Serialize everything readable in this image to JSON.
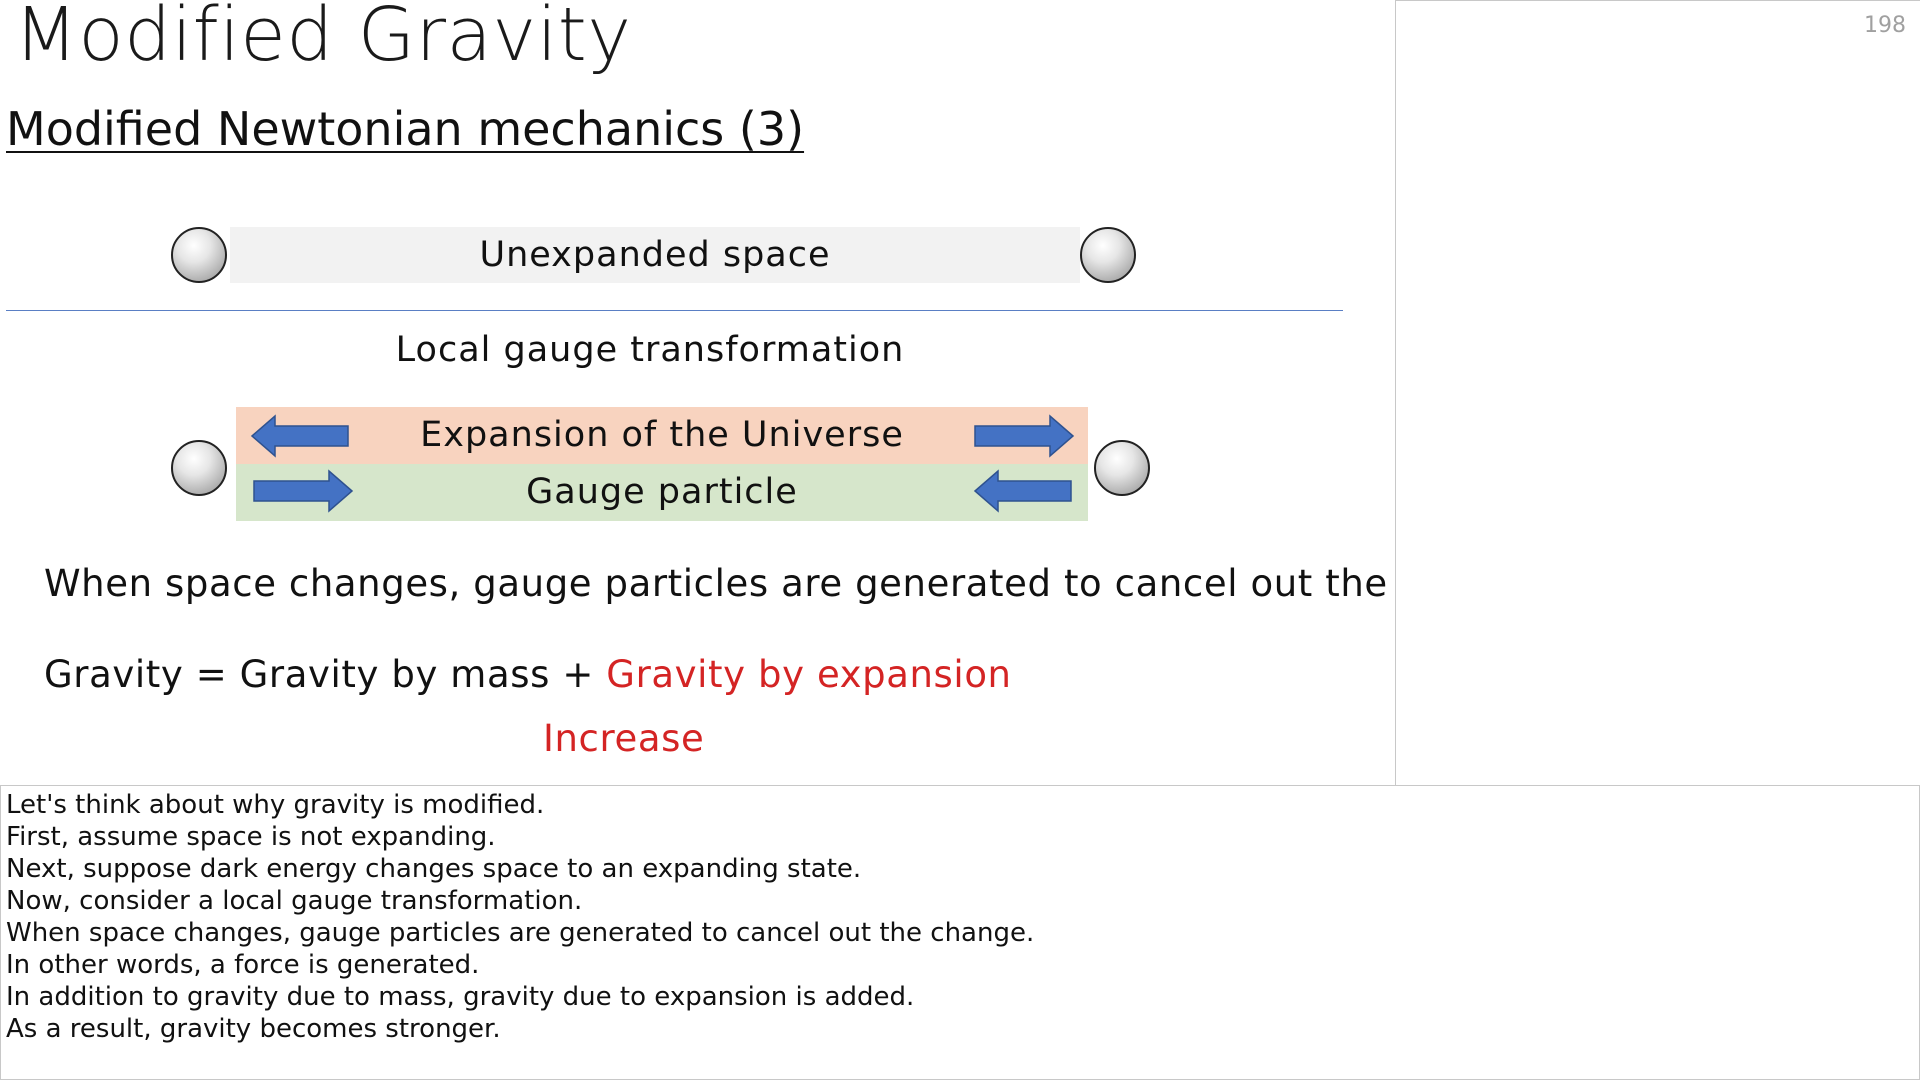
{
  "slide": {
    "title": "Modified Gravity",
    "subtitle": "Modified Newtonian mechanics (3)",
    "page_number": "198"
  },
  "diagram": {
    "unexpanded_label": "Unexpanded space",
    "transformation_label": "Local gauge transformation",
    "expansion_label": "Expansion of the Universe",
    "gauge_label": "Gauge particle",
    "arrow_color": "#4472c4",
    "expansion_color": "#f8d3bf",
    "gauge_color": "#d6e6cb"
  },
  "statement": "When space changes, gauge particles are generated to cancel out the change.",
  "formula": {
    "prefix": "Gravity = Gravity by mass + ",
    "highlight": "Gravity by expansion",
    "note": "Increase",
    "highlight_color": "#d42424"
  },
  "notes": [
    "Let's think about why gravity is modified.",
    "First, assume space is not expanding.",
    "Next, suppose dark energy changes space to an expanding state.",
    "Now, consider a local gauge transformation.",
    "When space changes, gauge particles are generated to cancel out the change.",
    "In other words, a force is generated.",
    "In addition to gravity due to mass, gravity due to expansion is added.",
    "As a result, gravity becomes stronger."
  ]
}
